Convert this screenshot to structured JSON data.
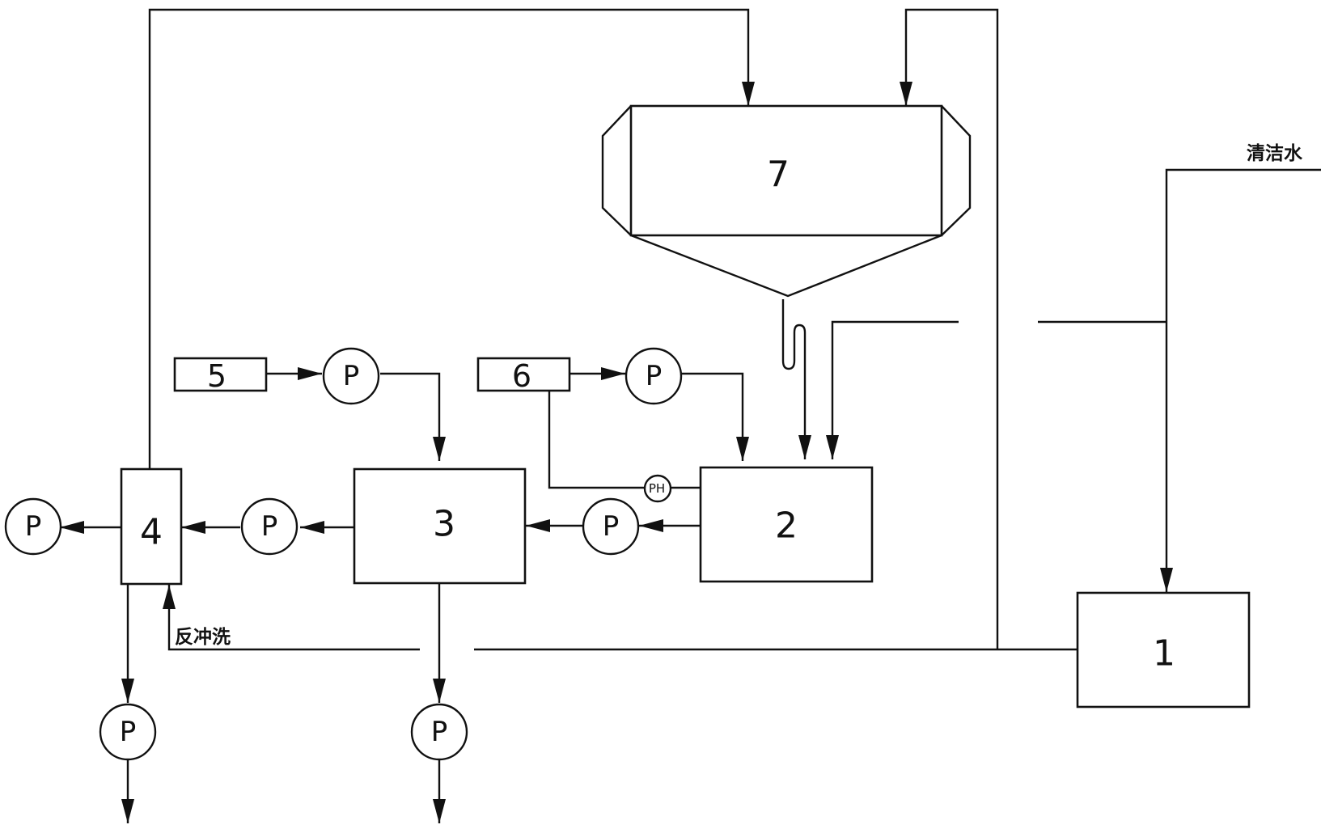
{
  "units": {
    "u1": "1",
    "u2": "2",
    "u3": "3",
    "u4": "4",
    "u5": "5",
    "u6": "6",
    "u7": "7"
  },
  "pump_symbol": "P",
  "ph_sensor": "PH",
  "labels": {
    "clean_water": "清洁水",
    "backwash": "反冲洗"
  },
  "colors": {
    "line": "#111111",
    "background": "#ffffff"
  }
}
